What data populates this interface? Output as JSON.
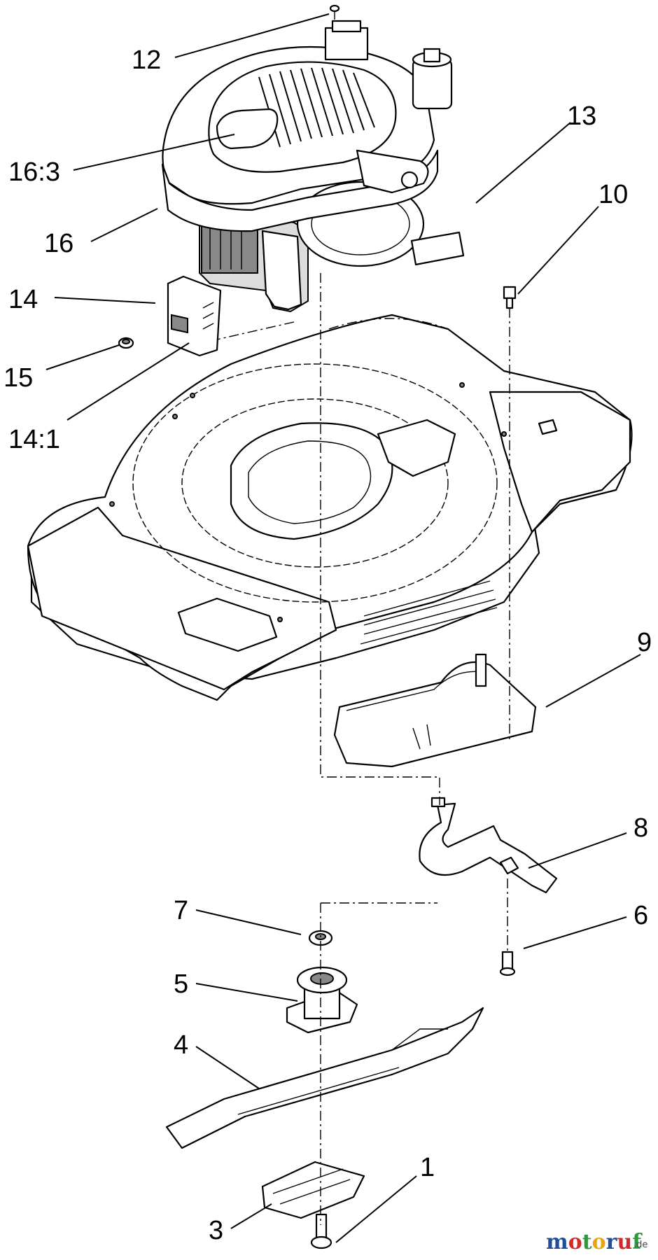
{
  "callouts": [
    {
      "id": "1",
      "label": "1"
    },
    {
      "id": "3",
      "label": "3"
    },
    {
      "id": "4",
      "label": "4"
    },
    {
      "id": "5",
      "label": "5"
    },
    {
      "id": "6",
      "label": "6"
    },
    {
      "id": "7",
      "label": "7"
    },
    {
      "id": "8",
      "label": "8"
    },
    {
      "id": "9",
      "label": "9"
    },
    {
      "id": "10",
      "label": "10"
    },
    {
      "id": "12",
      "label": "12"
    },
    {
      "id": "13",
      "label": "13"
    },
    {
      "id": "14",
      "label": "14"
    },
    {
      "id": "14_1",
      "label": "14:1"
    },
    {
      "id": "15",
      "label": "15"
    },
    {
      "id": "16",
      "label": "16"
    },
    {
      "id": "16_3",
      "label": "16:3"
    }
  ],
  "watermark": {
    "letters": [
      "m",
      "o",
      "t",
      "o",
      "r",
      "u",
      "f"
    ],
    "suffix": ".de",
    "colors": [
      "#1f4e9c",
      "#d22a2a",
      "#2a9b3a",
      "#e8a317",
      "#1f4e9c",
      "#d22a2a",
      "#2a9b3a"
    ]
  }
}
